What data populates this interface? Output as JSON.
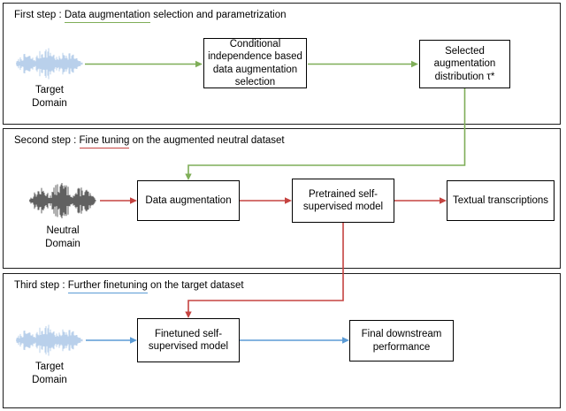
{
  "colors": {
    "step1_green": "#7fae58",
    "step2_red": "#c54340",
    "step3_blue": "#5b9bd5",
    "waveform_blue": "#a8c5e6",
    "waveform_black": "#3a3a3a"
  },
  "panel1": {
    "title_prefix": "First step :  ",
    "title_underlined": "Data augmentation",
    "title_rest": " selection and parametrization",
    "source_label": "Target\nDomain",
    "box_selection": "Conditional\nindependence based\ndata augmentation\nselection",
    "box_distribution": "Selected\naugmentation\ndistribution τ*"
  },
  "panel2": {
    "title_prefix": "Second step : ",
    "title_underlined": "Fine tuning",
    "title_rest": " on the augmented neutral dataset",
    "source_label": "Neutral\nDomain",
    "box_augmentation": "Data augmentation",
    "box_pretrained": "Pretrained self-\nsupervised model",
    "box_transcriptions": "Textual transcriptions"
  },
  "panel3": {
    "title_prefix": "Third step : ",
    "title_underlined": "Further finetuning",
    "title_rest": " on the target dataset",
    "source_label": "Target\nDomain",
    "box_finetuned": "Finetuned self-\nsupervised model",
    "box_final": "Final downstream\nperformance"
  }
}
